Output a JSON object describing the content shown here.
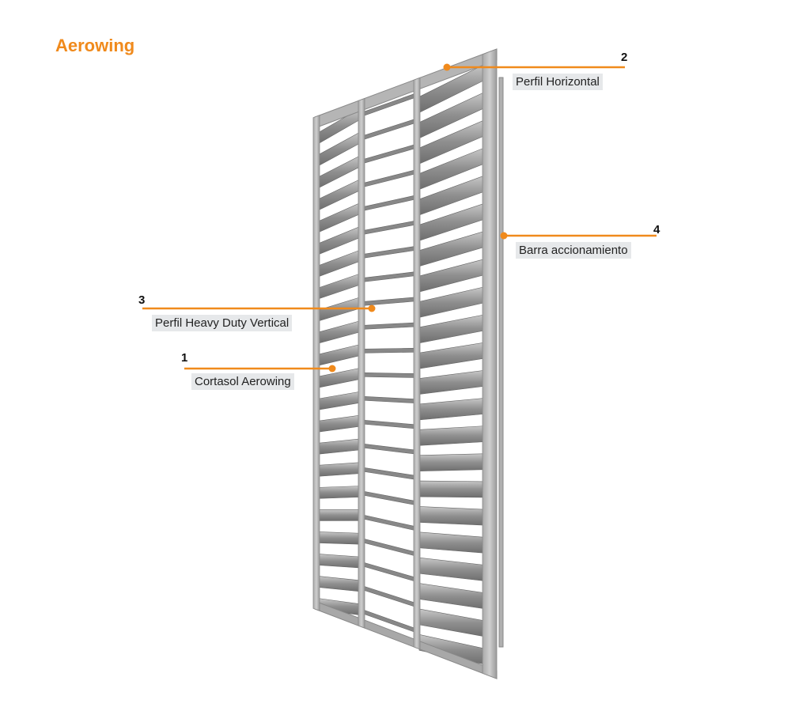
{
  "title": "Aerowing",
  "accent_color": "#f08a1c",
  "callouts": [
    {
      "number": "1",
      "label": "Cortasol Aerowing"
    },
    {
      "number": "2",
      "label": "Perfil Horizontal"
    },
    {
      "number": "3",
      "label": "Perfil Heavy Duty Vertical"
    },
    {
      "number": "4",
      "label": "Barra accionamiento"
    }
  ],
  "slats_per_column": 22
}
